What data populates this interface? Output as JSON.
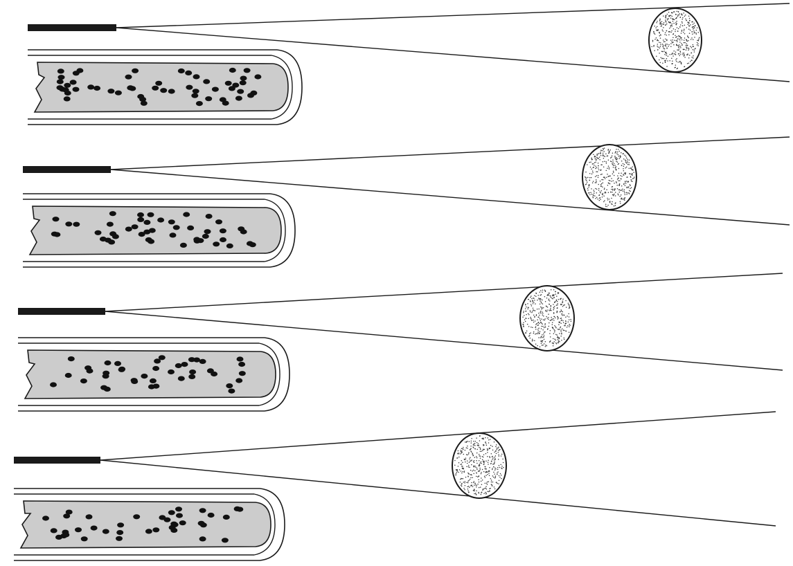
{
  "figure": {
    "panel_count": 4,
    "colors": {
      "background": "#ffffff",
      "line": "#1a1a1a",
      "tissue_fill": "#cccccc",
      "dot": "#111111",
      "stipple": "#333333"
    },
    "panels": [
      {
        "name": "stage-1",
        "dots": 52
      },
      {
        "name": "stage-2",
        "dots": 46
      },
      {
        "name": "stage-3",
        "dots": 40
      },
      {
        "name": "stage-4",
        "dots": 38
      }
    ]
  }
}
